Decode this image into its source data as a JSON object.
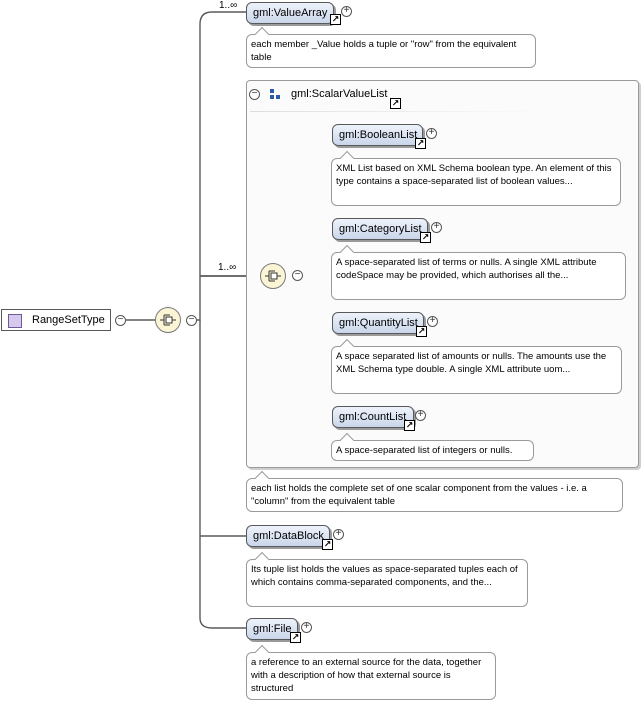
{
  "root": {
    "label": "RangeSetType"
  },
  "cardinality": {
    "choice": "1..∞",
    "value_array": "1..∞"
  },
  "elements": {
    "value_array": {
      "label": "gml:ValueArray",
      "doc": "each member _Value holds a tuple or \"row\" from the equivalent table"
    },
    "scalar_value_list": {
      "label": "gml:ScalarValueList",
      "doc": "each list holds the complete set of one scalar component from the values - i.e. a \"column\" from the equivalent table"
    },
    "boolean_list": {
      "label": "gml:BooleanList",
      "doc": "XML List based on XML Schema boolean type.  An element of this type contains a space-separated list of boolean values..."
    },
    "category_list": {
      "label": "gml:CategoryList",
      "doc": "A space-separated list of terms or nulls.  A single XML attribute codeSpace may be provided, which authorises all the..."
    },
    "quantity_list": {
      "label": "gml:QuantityList",
      "doc": "A space separated list of amounts or nulls.  The amounts use the XML Schema type double.  A single XML attribute uom..."
    },
    "count_list": {
      "label": "gml:CountList",
      "doc": "A space-separated list of integers or nulls."
    },
    "data_block": {
      "label": "gml:DataBlock",
      "doc": "Its tuple list holds the values as space-separated tuples each of which contains comma-separated components, and the..."
    },
    "file": {
      "label": "gml:File",
      "doc": "a reference to an external source for the data, together with a description of how that external source is structured"
    }
  },
  "glyphs": {
    "ref": "↗",
    "plus": "+",
    "minus": "−"
  }
}
